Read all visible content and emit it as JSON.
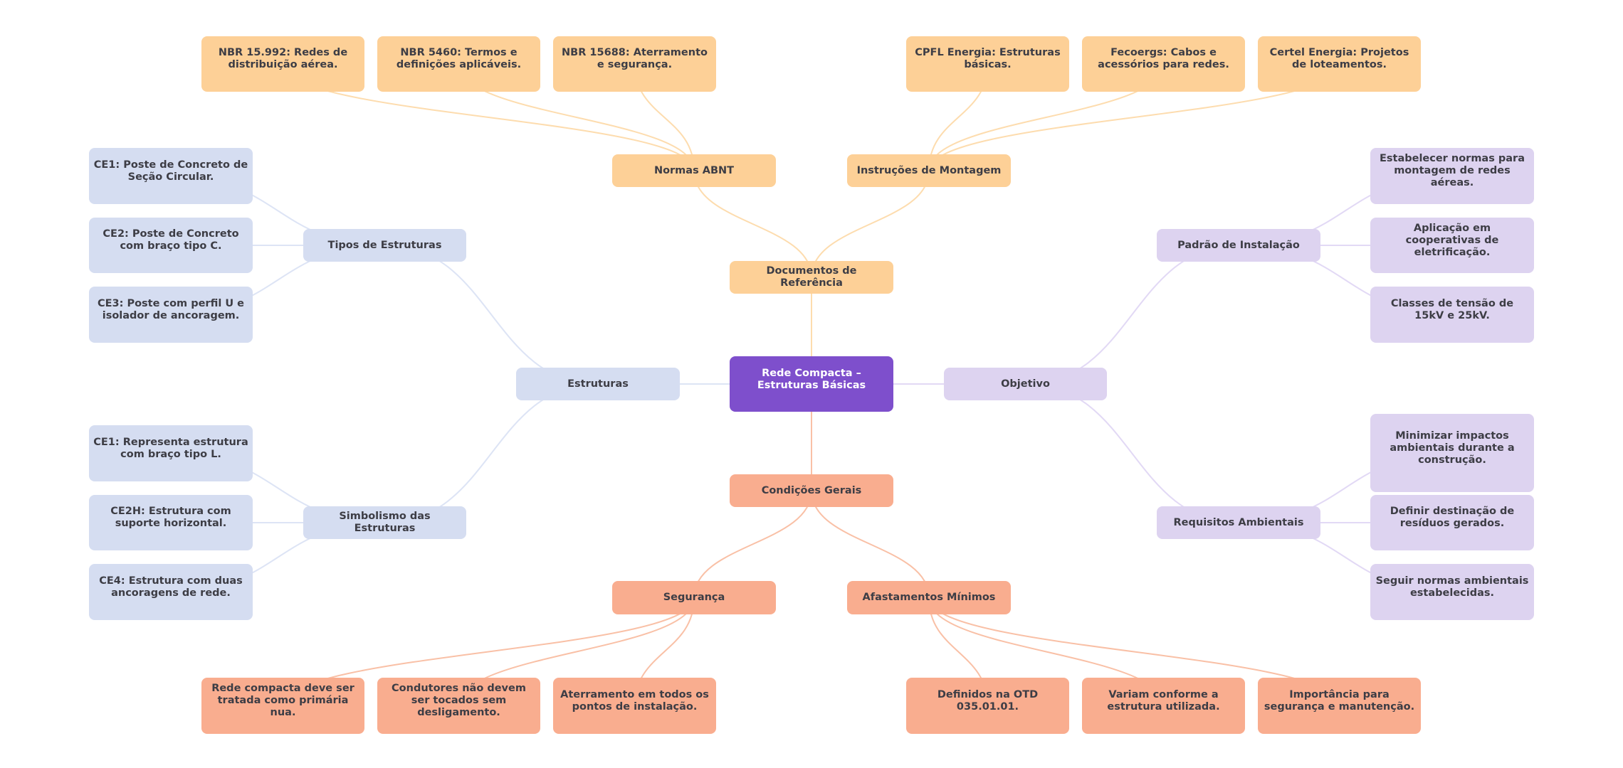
{
  "title": "Rede Compacta – Estruturas Básicas",
  "colors": {
    "root": "#7e4fcc",
    "documentos": "#fdd097",
    "estruturas": "#d5ddf1",
    "objetivo": "#ddd3f0",
    "condicoes": "#f9ad8f",
    "text": "#3d3d45",
    "link_documentos": "#fddcae",
    "link_estruturas": "#dde4f5",
    "link_objetivo": "#e2d9f5",
    "link_condicoes": "#f9c0a6"
  },
  "root": {
    "label": "Rede Compacta – Estruturas Básicas"
  },
  "branches": {
    "documentos": {
      "label": "Documentos de Referência",
      "normas": {
        "label": "Normas ABNT",
        "items": [
          "NBR 15.992: Redes de distribuição aérea.",
          "NBR 5460: Termos e definições aplicáveis.",
          "NBR 15688: Aterramento e segurança."
        ]
      },
      "instrucoes": {
        "label": "Instruções de Montagem",
        "items": [
          "CPFL Energia: Estruturas básicas.",
          "Fecoergs: Cabos e acessórios para redes.",
          "Certel Energia: Projetos de loteamentos."
        ]
      }
    },
    "estruturas": {
      "label": "Estruturas",
      "tipos": {
        "label": "Tipos de Estruturas",
        "items": [
          "CE1: Poste de Concreto de Seção Circular.",
          "CE2: Poste de Concreto com braço tipo C.",
          "CE3: Poste com perfil U e isolador de ancoragem."
        ]
      },
      "simbolismo": {
        "label": "Simbolismo das Estruturas",
        "items": [
          "CE1: Representa estrutura com braço tipo L.",
          "CE2H: Estrutura com suporte horizontal.",
          "CE4: Estrutura com duas ancoragens de rede."
        ]
      }
    },
    "objetivo": {
      "label": "Objetivo",
      "padrao": {
        "label": "Padrão de Instalação",
        "items": [
          "Estabelecer normas para montagem de redes aéreas.",
          "Aplicação em cooperativas de eletrificação.",
          "Classes de tensão de 15kV e 25kV."
        ]
      },
      "requisitos": {
        "label": "Requisitos Ambientais",
        "items": [
          "Minimizar impactos ambientais durante a construção.",
          "Definir destinação de resíduos gerados.",
          "Seguir normas ambientais estabelecidas."
        ]
      }
    },
    "condicoes": {
      "label": "Condições Gerais",
      "seguranca": {
        "label": "Segurança",
        "items": [
          "Rede compacta deve ser tratada como primária nua.",
          "Condutores não devem ser tocados sem desligamento.",
          "Aterramento em todos os pontos de instalação."
        ]
      },
      "afastamentos": {
        "label": "Afastamentos Mínimos",
        "items": [
          "Definidos na OTD 035.01.01.",
          "Variam conforme a estrutura utilizada.",
          "Importância para segurança e manutenção."
        ]
      }
    }
  }
}
